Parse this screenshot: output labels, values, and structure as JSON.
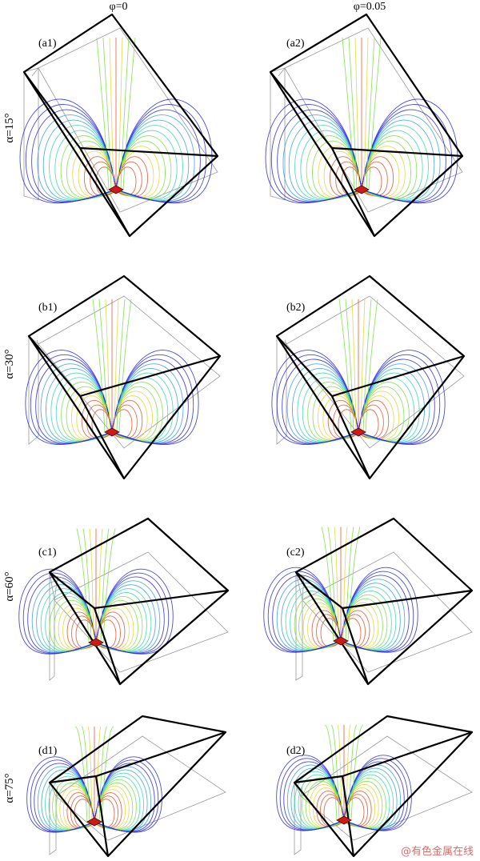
{
  "columns": [
    {
      "id": "phi-0",
      "label": "φ=0"
    },
    {
      "id": "phi-005",
      "label": "φ=0.05"
    }
  ],
  "rows": [
    {
      "id": "alpha-15",
      "label": "α=15°",
      "panels": [
        "(a1)",
        "(a2)"
      ]
    },
    {
      "id": "alpha-30",
      "label": "α=30°",
      "panels": [
        "(b1)",
        "(b2)"
      ]
    },
    {
      "id": "alpha-60",
      "label": "α=60°",
      "panels": [
        "(c1)",
        "(c2)"
      ]
    },
    {
      "id": "alpha-75",
      "label": "α=75°",
      "panels": [
        "(d1)",
        "(d2)"
      ]
    }
  ],
  "watermark": "@有色金属在线",
  "colors": {
    "frame": "#000000",
    "hidden_edges": "#9a9a9a",
    "heat_source": "#cc1a1a",
    "streamline_scale": [
      "#2b2bd6",
      "#3aa0e0",
      "#3dd6b0",
      "#7ae04a",
      "#e6d23a",
      "#e0522a"
    ]
  }
}
